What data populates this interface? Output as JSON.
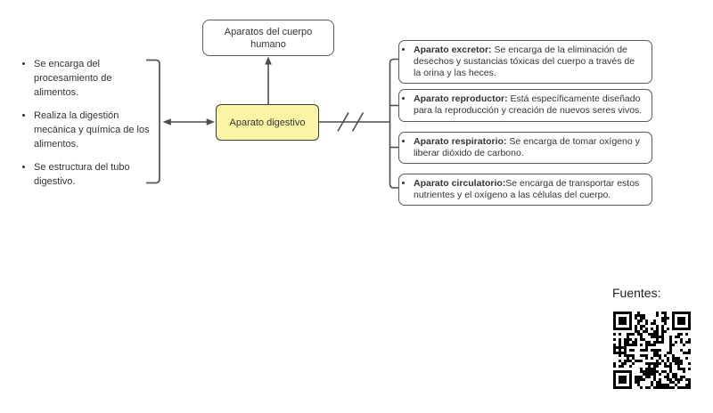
{
  "colors": {
    "background": "#ffffff",
    "node_fill": "#ffffff",
    "node_border": "#5b5b5b",
    "center_node_fill": "#fbf4a4",
    "center_node_border": "#3a3a3a",
    "connector": "#4d4d4d",
    "text": "#333333",
    "qr": "#000000"
  },
  "diagram": {
    "root": {
      "label": "Aparatos del cuerpo humano"
    },
    "center": {
      "label": "Aparato digestivo"
    },
    "functions_list": {
      "items": [
        "Se encarga del\nprocesamiento de\nalimentos.",
        "Realiza la digestión\nmecánica y química de los\nalimentos.",
        "Se estructura del tubo\ndigestivo."
      ]
    },
    "related_systems": [
      {
        "label": "Aparato excretor:",
        "text": " Se encarga de la eliminación de desechos y sustancias tóxicas del cuerpo a través de la orina y las heces."
      },
      {
        "label": "Aparato reproductor:",
        "text": " Está específicamente diseñado para la reproducción y creación de nuevos seres vivos."
      },
      {
        "label": "Aparato respiratorio:",
        "text": " Se encarga de tomar oxígeno y liberar dióxido de carbono."
      },
      {
        "label": "Aparato circulatorio:",
        "text": "Se encarga de transportar estos nutrientes y el oxígeno a las células del cuerpo."
      }
    ]
  },
  "footer": {
    "fuentes_label": "Fuentes:",
    "qr_icon": "qr-code"
  }
}
